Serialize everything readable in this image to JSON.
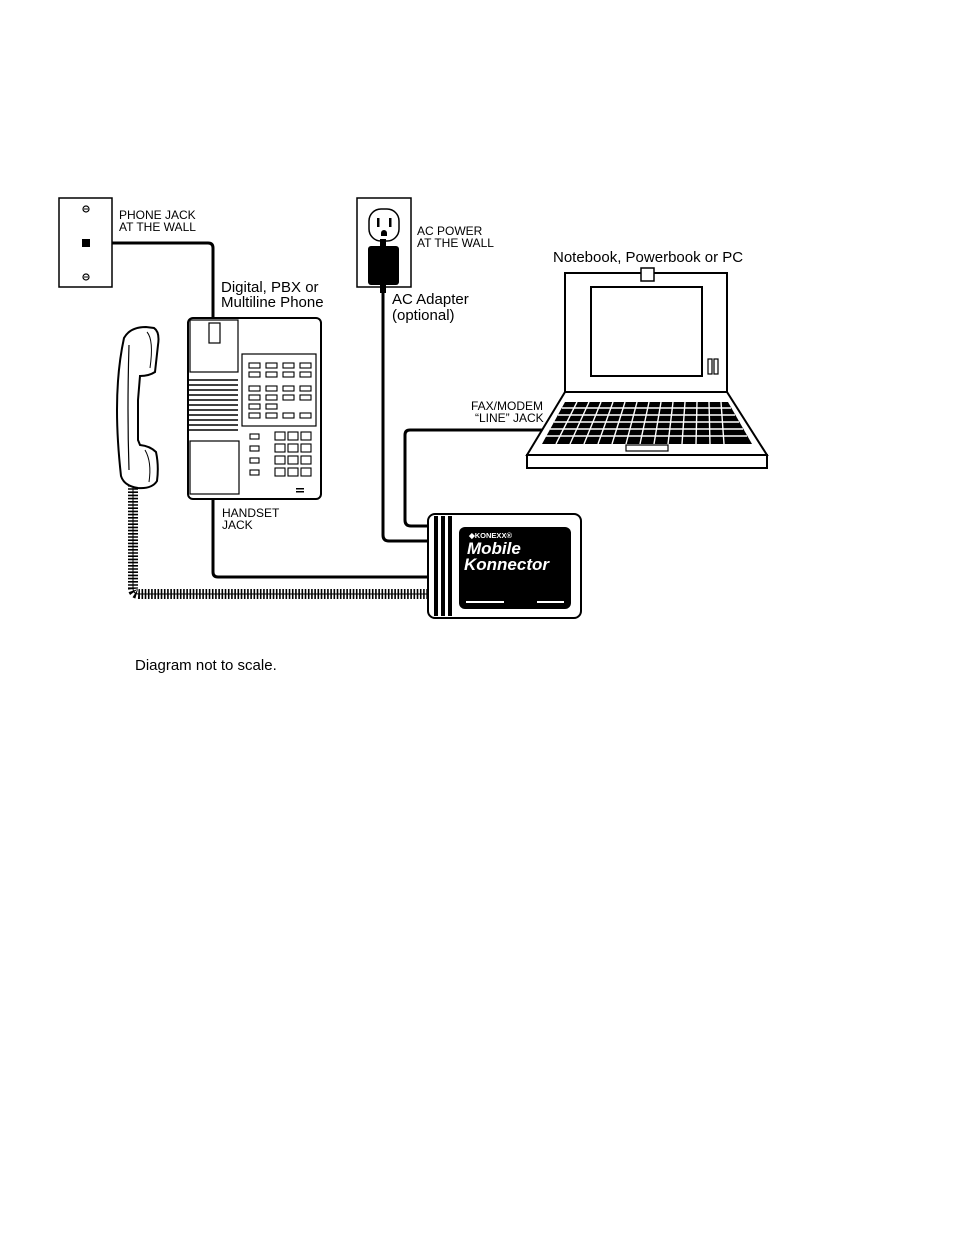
{
  "labels": {
    "phone_jack": [
      "PHONE JACK",
      "AT THE WALL"
    ],
    "ac_power": [
      "AC POWER",
      "AT THE WALL"
    ],
    "notebook": "Notebook, Powerbook or PC",
    "phone": [
      "Digital, PBX or",
      "Multiline Phone"
    ],
    "ac_adapter": [
      "AC Adapter",
      "(optional)"
    ],
    "fax_modem": [
      "FAX/MODEM",
      "“LINE” JACK"
    ],
    "handset_jack": [
      "HANDSET",
      "JACK"
    ]
  },
  "device": {
    "brand": "◆KONEXX®",
    "name_line1": "Mobile",
    "name_line2": "Konnector"
  },
  "footnote": "Diagram not to scale."
}
